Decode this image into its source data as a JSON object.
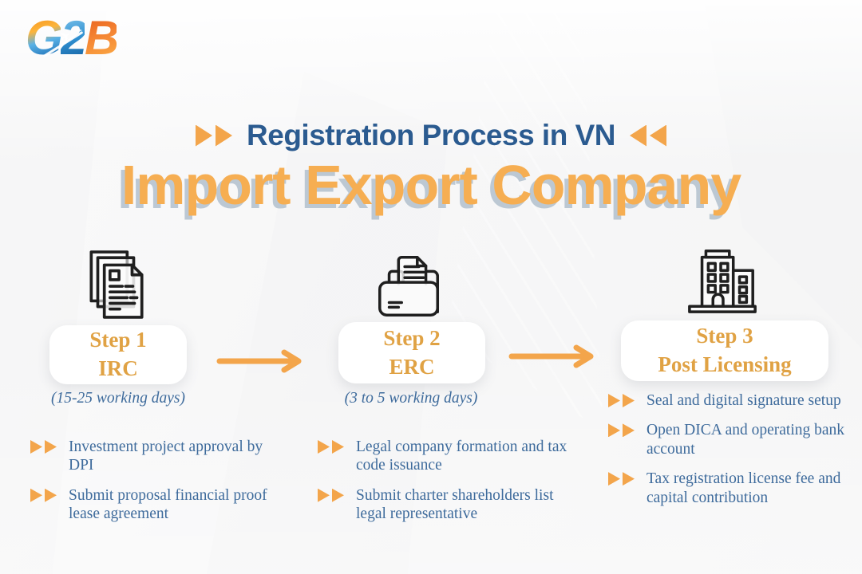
{
  "logo": {
    "letter_g": "G",
    "letter_2": "2",
    "letter_b": "B"
  },
  "header": {
    "kicker": "Registration Process in VN",
    "title": "Import Export Company"
  },
  "steps": [
    {
      "icon": "stacked-documents-icon",
      "title_line1": "Step 1",
      "title_line2": "IRC",
      "duration": "(15-25 working days)",
      "bullets": [
        "Investment project approval by DPI",
        "Submit proposal financial proof lease agreement"
      ]
    },
    {
      "icon": "folder-document-icon",
      "title_line1": "Step 2",
      "title_line2": "ERC",
      "duration": "(3 to 5 working days)",
      "bullets": [
        "Legal company formation and tax code issuance",
        "Submit charter shareholders list legal representative"
      ]
    },
    {
      "icon": "office-building-icon",
      "title_line1": "Step 3",
      "title_line2": "Post Licensing",
      "bullets": [
        "Seal and digital signature setup",
        "Open DICA and operating bank account",
        "Tax registration license fee and capital contribution"
      ]
    }
  ],
  "colors": {
    "kicker_blue": "#2b5b90",
    "heading_orange": "#f6ae52",
    "heading_shadow": "#a8b8c7",
    "card_orange": "#e0a244",
    "body_blue": "#3e6b9c",
    "arrow_orange": "#f3a54b"
  }
}
